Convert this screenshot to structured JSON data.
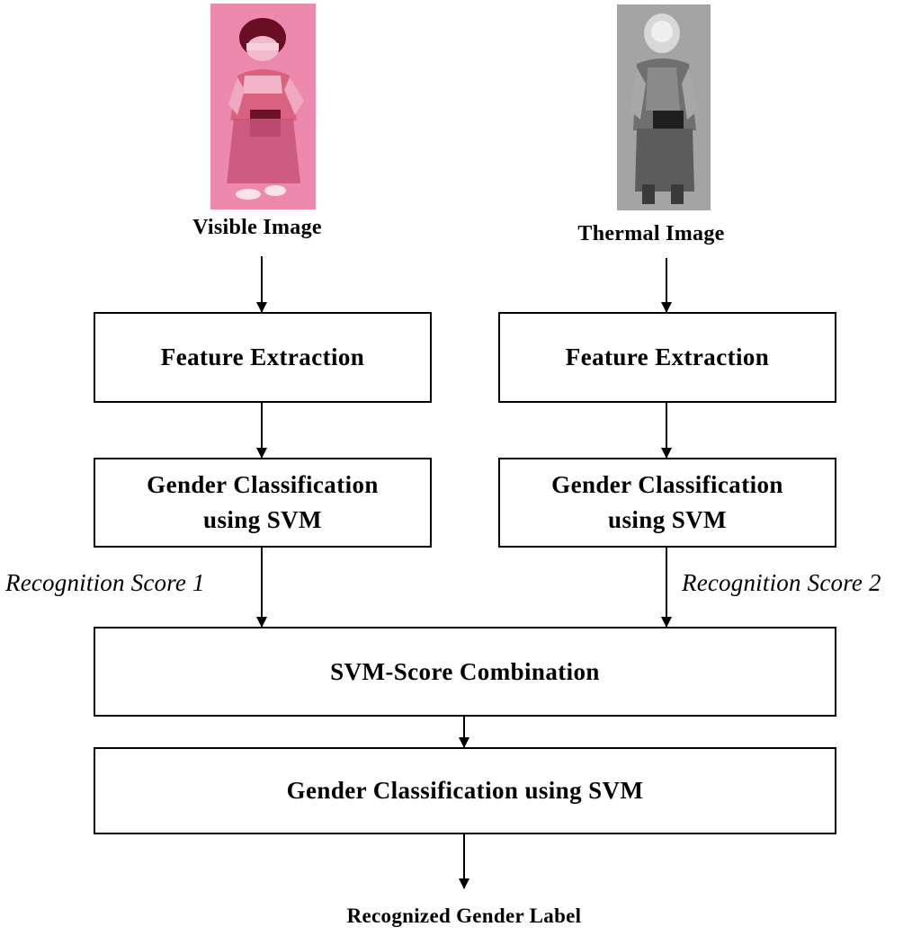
{
  "inputs": {
    "visible": {
      "caption": "Visible Image",
      "tint": "#e8789e"
    },
    "thermal": {
      "caption": "Thermal Image",
      "tint": "#8e8e8e"
    }
  },
  "left_branch": {
    "feature_extraction": "Feature Extraction",
    "classification_line1": "Gender Classification",
    "classification_line2": "using SVM",
    "score_label": "Recognition Score 1"
  },
  "right_branch": {
    "feature_extraction": "Feature Extraction",
    "classification_line1": "Gender Classification",
    "classification_line2": "using SVM",
    "score_label": "Recognition Score 2"
  },
  "fusion": {
    "combination": "SVM-Score Combination",
    "final_classification": "Gender Classification using SVM"
  },
  "output": {
    "label": "Recognized Gender Label"
  }
}
